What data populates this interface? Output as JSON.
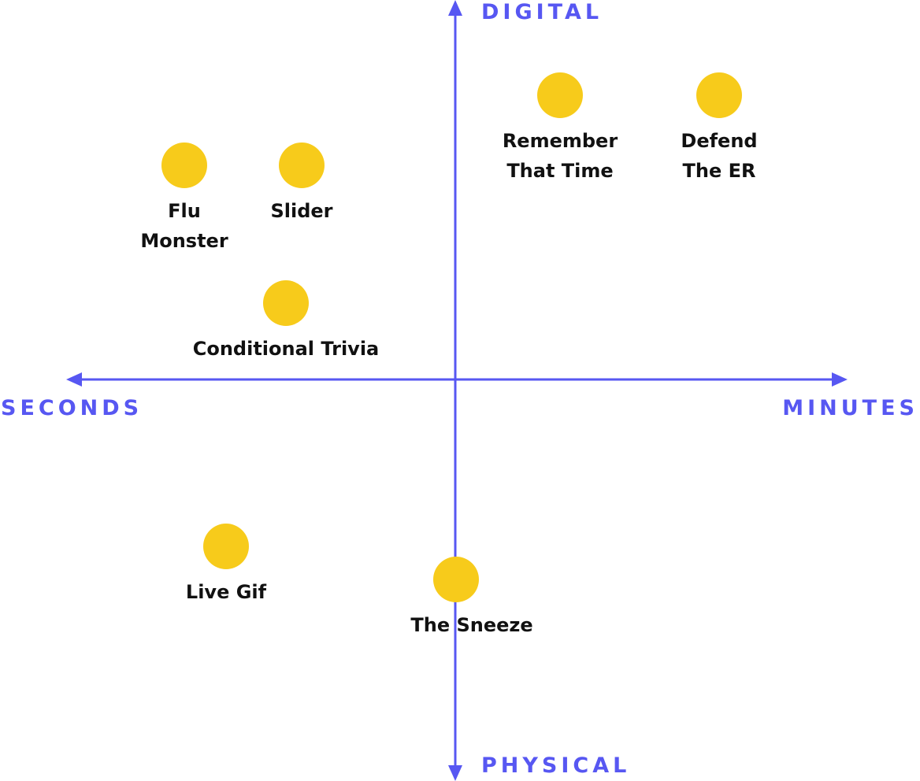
{
  "colors": {
    "axis": "#5757F2",
    "dot": "#F7CB1B",
    "text": "#111111"
  },
  "axes": {
    "top": "DIGITAL",
    "bottom": "PHYSICAL",
    "left": "SECONDS",
    "right": "MINUTES"
  },
  "items": [
    {
      "lines": [
        "Remember",
        "That Time"
      ]
    },
    {
      "lines": [
        "Defend",
        "The ER"
      ]
    },
    {
      "lines": [
        "Flu",
        "Monster"
      ]
    },
    {
      "lines": [
        "Slider"
      ]
    },
    {
      "lines": [
        "Conditional Trivia"
      ]
    },
    {
      "lines": [
        "Live Gif"
      ]
    },
    {
      "lines": [
        "The Sneeze"
      ]
    }
  ]
}
